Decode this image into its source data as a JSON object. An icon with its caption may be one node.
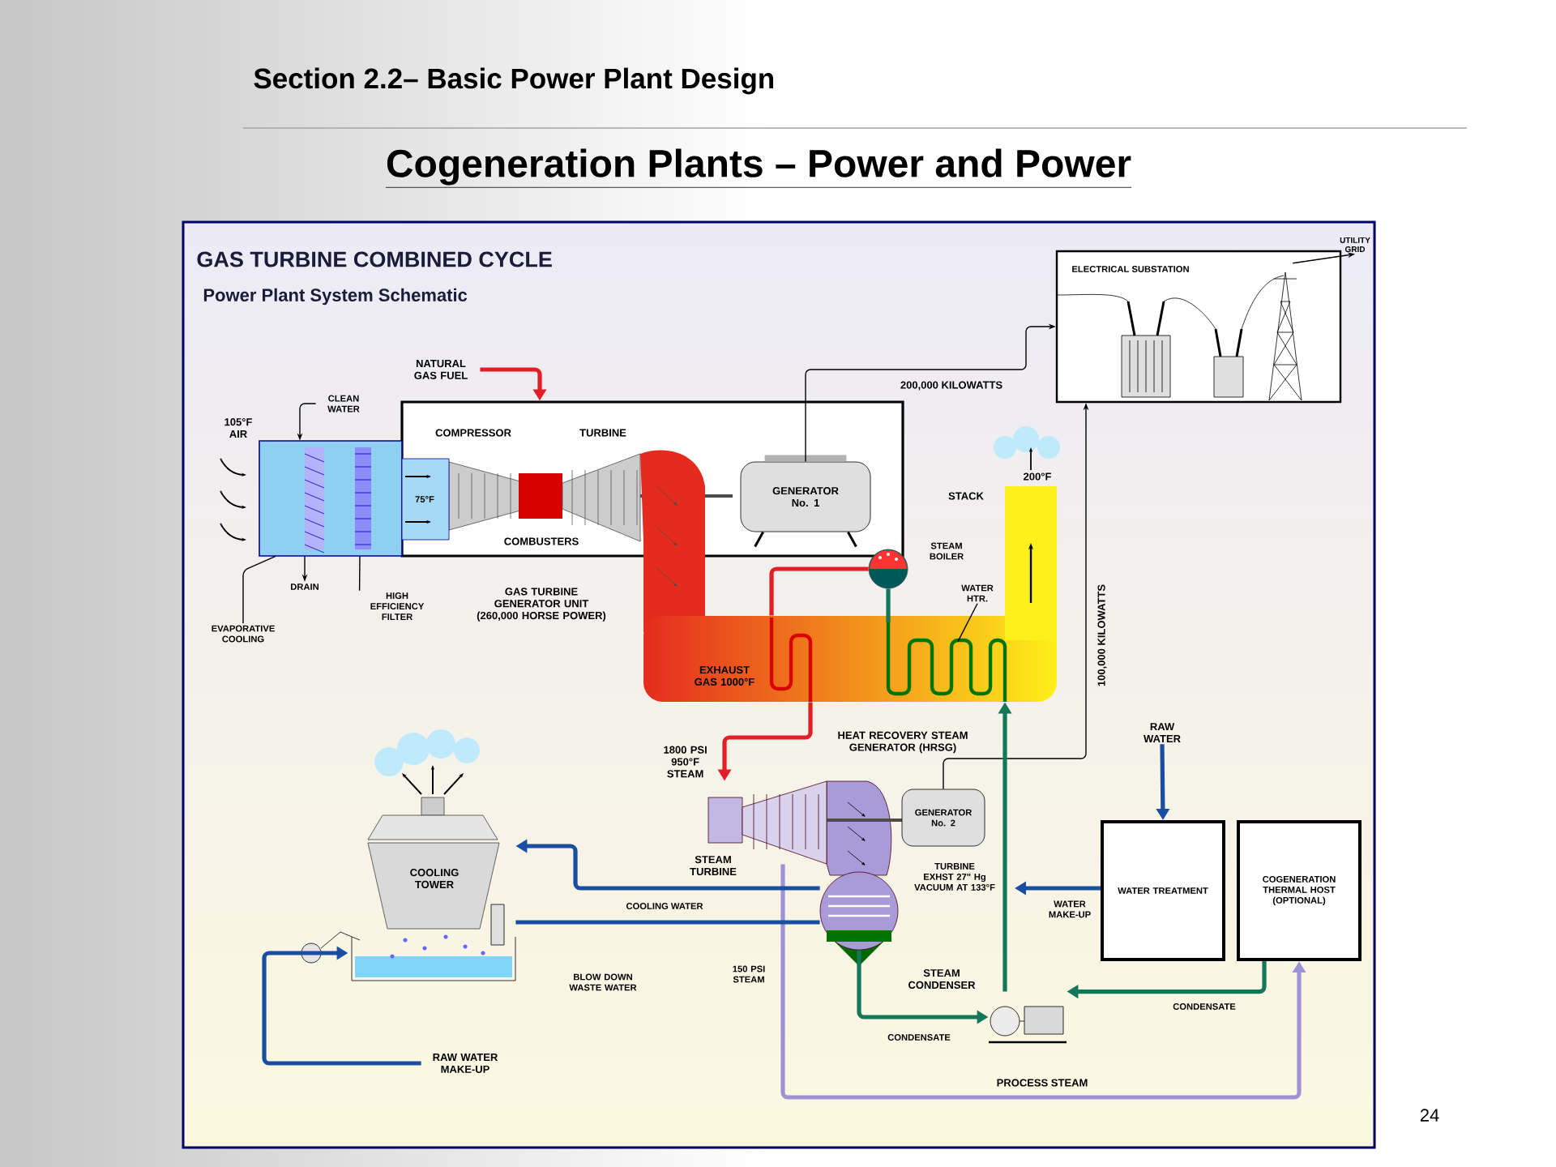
{
  "diagram": {
    "title": "Cogeneration Plants – Power and Power",
    "nodes": [
      {
        "text": [
          "COMPRESSOR",
          "TURBINE",
          "COMBUSTERS"
        ],
        "beside": [
          "GAS TURBINE GENERATOR UNIT (260,000 HORSE POWER)"
        ]
      },
      {
        "text": [],
        "shape": "box"
      },
      {
        "text": [
          "GENERATOR No. 1"
        ],
        "in": 0
      },
      {
        "text": [
          "ELECTRICAL SUBSTATION"
        ]
      },
      {
        "text": [
          "EXHAUST GAS 1000°F"
        ],
        "beside": [
          "HEAT RECOVERY STEAM GENERATOR (HRSG)"
        ]
      },
      {
        "text": [
          "STACK",
          "200°F"
        ]
      },
      {
        "text": [
          "STEAM BOILER"
        ]
      },
      {
        "text": [
          "STEAM TURBINE"
        ]
      },
      {
        "text": [
          "GENERATOR No. 2"
        ]
      },
      {
        "text": [
          "STEAM CONDENSER"
        ]
      },
      {
        "text": [],
        "shape": "picture"
      },
      {
        "text": [
          "WATER TREATMENT"
        ]
      },
      {
        "text": [
          "COGENERATION THERMAL HOST (OPTIONAL)"
        ]
      },
      {
        "text": [
          "COOLING TOWER"
        ]
      },
      {
        "text": [
          "NATURAL GAS FUEL"
        ]
      },
      {
        "text": [
          "RAW WATER"
        ]
      },
      {
        "text": [
          "UTILITY GRID"
        ]
      },
      {
        "text": [
          "RAW WATER MAKE-UP"
        ]
      },
      {
        "text": [
          "CLEAN WATER"
        ]
      },
      {
        "text": [
          "DRAIN"
        ]
      },
      {
        "text": [
          "HIGH EFFICIENCY FILTER"
        ]
      },
      {
        "text": [
          "EVAPORATIVE COOLING"
        ]
      },
      {
        "text": [
          "WATER HTR."
        ]
      }
    ],
    "edges": [
      {
        "from": 14,
        "to": 0,
        "arrow": "to",
        "color": "#e41e26"
      },
      {
        "from": 18,
        "to": 1,
        "arrow": "to"
      },
      {
        "from": 1,
        "to": 19,
        "arrow": "to"
      },
      {
        "from": 20,
        "to": 1,
        "arrow": "none"
      },
      {
        "from": 21,
        "to": 1,
        "arrow": "none"
      },
      {
        "from": 2,
        "to": 3,
        "arrow": "to",
        "label": "200,000 KILOWATTS"
      },
      {
        "from": 8,
        "to": 3,
        "arrow": "to",
        "label": "100,000 KILOWATTS"
      },
      {
        "from": 3,
        "to": 16,
        "arrow": "to"
      },
      {
        "from": 4,
        "to": 7,
        "arrow": "to",
        "label": "1800 PSI 950°F STEAM",
        "color": "#e41e26"
      },
      {
        "from": 7,
        "to": 12,
        "arrow": "to",
        "label": "PROCESS STEAM",
        "color": "#9d92d6"
      },
      {
        "from": 9,
        "to": 10,
        "arrow": "to",
        "label": "CONDENSATE",
        "color": "#13775a"
      },
      {
        "from": 12,
        "to": 10,
        "arrow": "to",
        "label": "CONDENSATE",
        "color": "#13775a"
      },
      {
        "from": 10,
        "to": 4,
        "arrow": "to",
        "color": "#13775a"
      },
      {
        "from": 11,
        "to": null,
        "arrow": "to",
        "label": "WATER MAKE-UP",
        "color": "#1a4ea0"
      },
      {
        "from": 15,
        "to": 11,
        "arrow": "to",
        "color": "#1a4ea0"
      },
      {
        "from": 9,
        "to": 13,
        "arrow": "to",
        "label": "COOLING WATER",
        "color": "#1a4ea0"
      },
      {
        "from": 13,
        "to": 9,
        "arrow": "none",
        "color": "#1a4ea0"
      },
      {
        "from": 17,
        "to": 13,
        "arrow": "to",
        "color": "#1a4ea0"
      },
      {
        "from": 22,
        "to": 4,
        "arrow": "none"
      },
      {
        "from": 6,
        "to": 4,
        "arrow": "none",
        "color": "#e41e26"
      },
      {
        "from": 6,
        "to": 4,
        "arrow": "none",
        "color": "#13775a"
      }
    ],
    "labels": [
      "Section 2.2– Basic Power Plant Design",
      "GAS TURBINE COMBINED CYCLE",
      "Power Plant System Schematic",
      "105°F AIR",
      "75°F",
      "TURBINE EXHST 27\" Hg VACUUM AT 133°F",
      "150 PSI STEAM",
      "BLOW DOWN WASTE WATER",
      "24"
    ]
  }
}
